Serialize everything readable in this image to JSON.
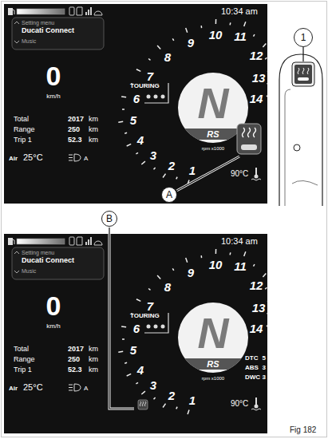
{
  "diagram": {
    "nodes": [
      {
        "text": [
          "1"
        ]
      },
      {
        "text": [
          "A"
        ]
      },
      {
        "text": [
          "B"
        ]
      }
    ],
    "labels": [
      "10:34 am",
      "Setting menu",
      "Ducati Connect",
      "Music",
      "0",
      "km/h",
      "TOURING",
      "Total",
      "2017",
      "km",
      "Range",
      "250",
      "km",
      "Trip 1",
      "52.3",
      "km",
      "Air",
      "25°C",
      "A",
      "1",
      "2",
      "3",
      "4",
      "5",
      "6",
      "7",
      "8",
      "9",
      "10",
      "11",
      "12",
      "13",
      "14",
      "N",
      "RS",
      "rpm x1000",
      "90°C",
      "10:34 am",
      "Setting menu",
      "Ducati Connect",
      "Music",
      "0",
      "km/h",
      "TOURING",
      "Total",
      "2017",
      "km",
      "Range",
      "250",
      "km",
      "Trip 1",
      "52.3",
      "km",
      "Air",
      "25°C",
      "A",
      "1",
      "2",
      "3",
      "4",
      "5",
      "6",
      "7",
      "8",
      "9",
      "10",
      "11",
      "12",
      "13",
      "14",
      "N",
      "RS",
      "rpm x1000",
      "90°C",
      "DTC",
      "5",
      "ABS",
      "3",
      "DWC",
      "3",
      "Fig 182"
    ]
  }
}
